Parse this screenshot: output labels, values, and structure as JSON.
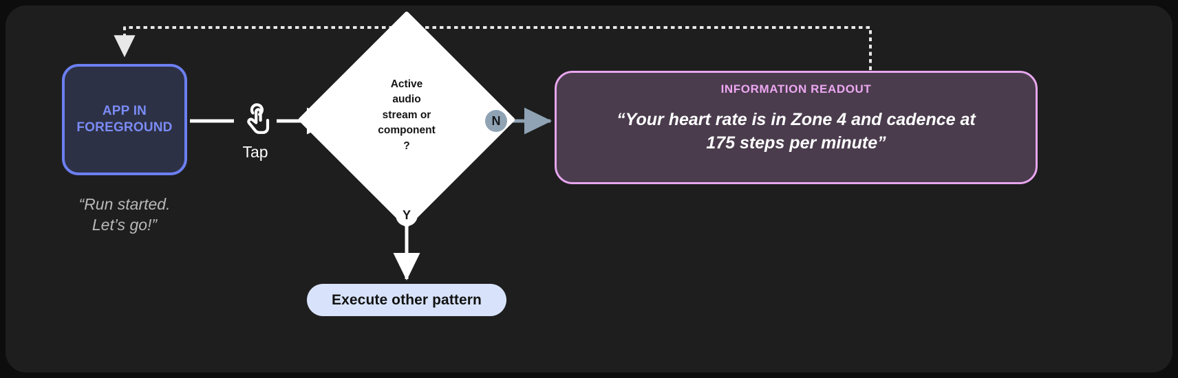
{
  "canvas": {
    "background": "#0d0d0d",
    "card_background": "#1e1e1e"
  },
  "nodes": {
    "app_foreground": {
      "label": "APP IN\nFOREGROUND",
      "border_color": "#6c7ff2",
      "fill_color": "#2c3145",
      "text_color": "#7b8bf5",
      "caption": "“Run started.\nLet’s go!”"
    },
    "gesture": {
      "icon": "tap-gesture-icon",
      "label": "Tap"
    },
    "decision": {
      "text": "Active\naudio\nstream or\ncomponent\n?",
      "fill_color": "#ffffff",
      "text_color": "#141414"
    },
    "branch_no": {
      "label": "N",
      "badge_color": "#8fa3b4",
      "arrow_color": "#8fa3b4"
    },
    "branch_yes": {
      "label": "Y",
      "badge_color": "#ffffff",
      "arrow_color": "#ffffff"
    },
    "execute_other": {
      "label": "Execute other pattern",
      "fill_color": "#d8e3fb",
      "text_color": "#121212"
    },
    "readout": {
      "title": "INFORMATION READOUT",
      "body": "“Your heart rate is in Zone 4 and cadence at\n175 steps per minute”",
      "border_color": "#e8a6ef",
      "fill_color": "#4a3c4d",
      "title_color": "#eda8f2",
      "body_color": "#ffffff"
    }
  },
  "connectors": {
    "app_to_decision": {
      "style": "solid",
      "color": "#ffffff"
    },
    "decision_to_readout": {
      "style": "solid",
      "color": "#8fa3b4"
    },
    "decision_to_execute": {
      "style": "solid",
      "color": "#ffffff"
    },
    "readout_feedback_to_app": {
      "style": "dotted",
      "color": "#e8e8e8"
    }
  }
}
